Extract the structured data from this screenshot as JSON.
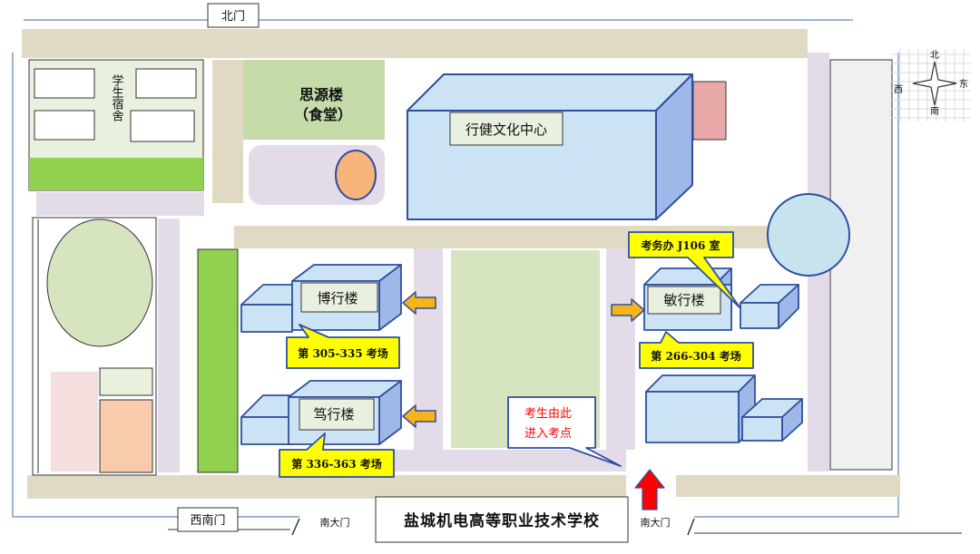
{
  "gates": {
    "north": "北门",
    "southwest": "西南门",
    "south_main_left": "南大门",
    "south_main_right": "南大门"
  },
  "compass": {
    "north": "北",
    "south": "南",
    "east": "东",
    "west": "西"
  },
  "buildings": {
    "dormitory": "学生宿舍",
    "canteen_name": "思源楼",
    "canteen_sub": "（食堂）",
    "culture_center": "行健文化中心",
    "boxing": "博行楼",
    "duxing": "笃行楼",
    "minxing": "敏行楼"
  },
  "callouts": {
    "exam_office": "考务办 J106 室",
    "boxing_rooms": "第 305-335 考场",
    "duxing_rooms": "第 336-363 考场",
    "minxing_rooms": "第 266-304 考场",
    "entrance_line1": "考生由此",
    "entrance_line2": "进入考点"
  },
  "school_name": "盐城机电高等职业技术学校",
  "colors": {
    "road": "#e0dac5",
    "path": "#e3dce8",
    "building": "#cce3f5",
    "building_side": "#9fb8e8",
    "building_edge": "#2f4f9e",
    "green": "#92d050",
    "lawn": "#d6e4c0",
    "callout_yellow": "#ffff00",
    "arrow_orange": "#f5b41a",
    "entrance_arrow": "#ff0000",
    "entrance_text": "#ff0000"
  }
}
